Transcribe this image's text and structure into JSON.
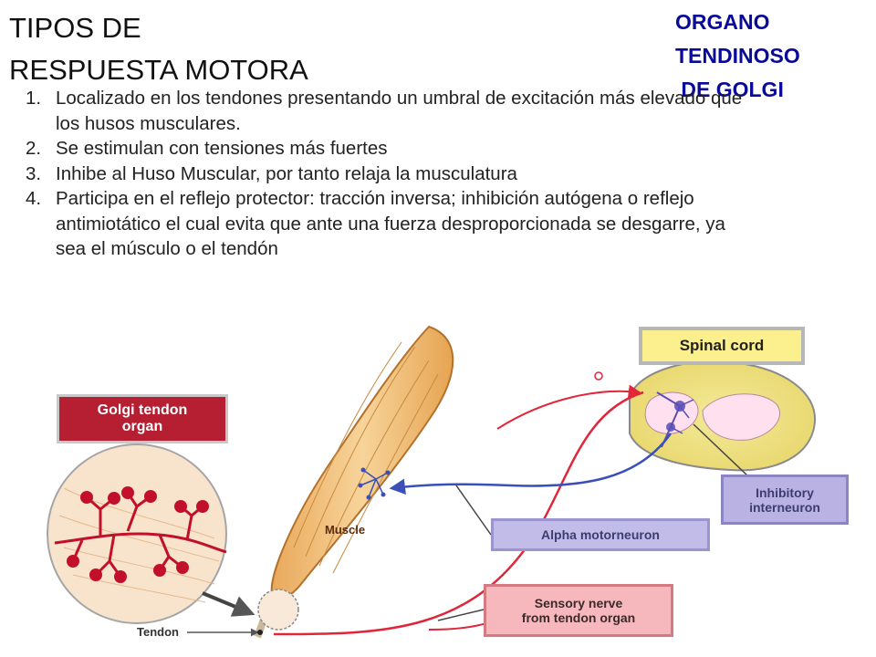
{
  "title": {
    "line1": "TIPOS DE",
    "line2": "RESPUESTA MOTORA"
  },
  "side_title": {
    "line1": "ORGANO",
    "line2": "TENDINOSO",
    "line3": " DE GOLGI"
  },
  "points": [
    {
      "num": "1.",
      "text": "Localizado en los tendones presentando un umbral de excitación más elevado que los husos musculares."
    },
    {
      "num": "2.",
      "text": "Se estimulan con tensiones más fuertes"
    },
    {
      "num": "3.",
      "text": "Inhibe al Huso Muscular, por tanto relaja la musculatura"
    },
    {
      "num": "4.",
      "text": "Participa en el reflejo protector: tracción inversa; inhibición autógena o reflejo antimiotático el cual evita que ante una fuerza desproporcionada se desgarre, ya sea el músculo o el tendón"
    }
  ],
  "diagram": {
    "spinal_cord": "Spinal cord",
    "golgi_line1": "Golgi tendon",
    "golgi_line2": "organ",
    "inhibitory_line1": "Inhibitory",
    "inhibitory_line2": "interneuron",
    "alpha": "Alpha motorneuron",
    "sensory_line1": "Sensory nerve",
    "sensory_line2": "from tendon organ",
    "muscle": "Muscle",
    "tendon": "Tendon"
  },
  "colors": {
    "side_title": "#0a0a99",
    "sensory_nerve": "#e0263a",
    "motor_nerve": "#3a4fb8",
    "muscle": "#f2c98a"
  }
}
